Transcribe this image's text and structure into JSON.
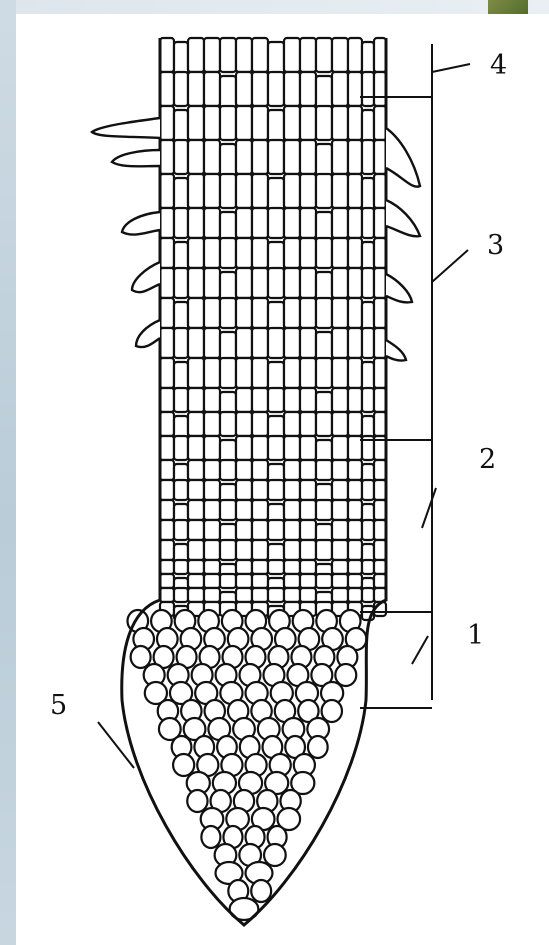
{
  "labels": {
    "l1": "1",
    "l2": "2",
    "l3": "3",
    "l4": "4",
    "l5": "5"
  },
  "colors": {
    "ink": "#111111",
    "paper": "#ffffff",
    "backdrop": "#dfe8ee"
  }
}
